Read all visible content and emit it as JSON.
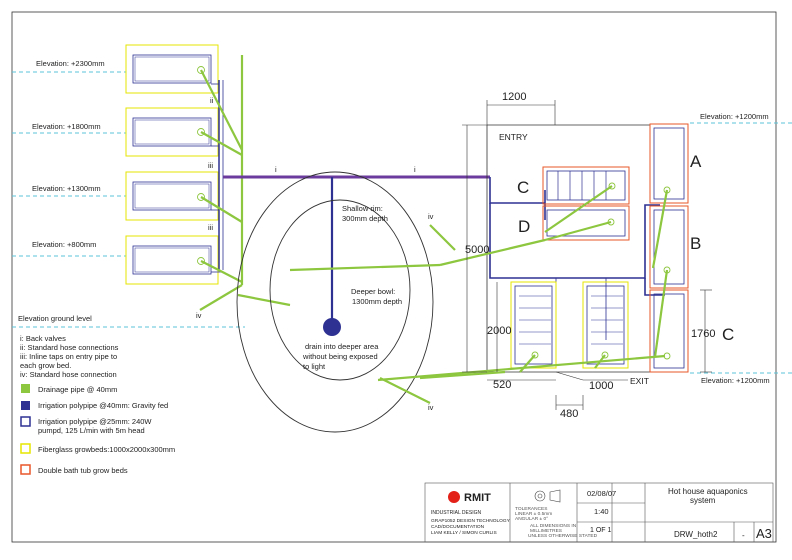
{
  "elevations": {
    "e2300": "Elevation: +2300mm",
    "e1800": "Elevation: +1800mm",
    "e1300": "Elevation: +1300mm",
    "e800": "Elevation: +800mm",
    "ground": "Elevation ground level",
    "right_top": "Elevation: +1200mm",
    "right_bottom": "Elevation: +1200mm"
  },
  "pipe_marks": {
    "i": "i",
    "ii": "ii",
    "iii": "iii",
    "iv": "iv"
  },
  "pond": {
    "shallow": [
      "Shallow rim:",
      "300mm depth"
    ],
    "deeper": [
      "Deeper bowl:",
      "1300mm depth"
    ],
    "drain": [
      "drain into deeper area",
      "without being exposed",
      "to light"
    ]
  },
  "labels": {
    "entry": "ENTRY",
    "exit": "EXIT",
    "bed_a": "A",
    "bed_b": "B",
    "bed_c_right": "C",
    "bed_c": "C",
    "bed_d": "D"
  },
  "dimensions": {
    "top_width": "1200",
    "height_total": "5000",
    "left_bed": "2000",
    "right_bed": "1760",
    "gap1": "520",
    "gap2": "1000",
    "gap3": "480"
  },
  "legend": {
    "notes": [
      "i: Back valves",
      "ii: Standard hose connections",
      "iii: Inline taps on entry pipe to",
      "each grow bed.",
      "iv: Standard hose connection"
    ],
    "items": [
      {
        "label": "Drainage pipe @ 40mm",
        "color": "#8dc63f",
        "style": "filled"
      },
      {
        "label": "Irrigation polypipe @40mm: Gravity  fed",
        "color": "#2e3192",
        "style": "filled"
      },
      {
        "label": "Irrigation polypipe @25mm: 240W",
        "label2": "pumpd, 125 L/min with 5m head",
        "color": "#2e3192",
        "style": "outline"
      },
      {
        "label": "Fiberglass growbeds:1000x2000x300mm",
        "color": "#e6e600",
        "style": "outline"
      },
      {
        "label": "Double bath tub grow beds",
        "color": "#e8572a",
        "style": "outline"
      }
    ]
  },
  "title_block": {
    "logo": "RMIT",
    "school": "INDUSTRIAL DESIGN",
    "course": [
      "GRAP1052 DESIGN TECHNOLOGY",
      "CAD/DOCUMENTATION",
      "LIAM KELLY / SIMON CURLIS"
    ],
    "tolerances": [
      "TOLERANCES",
      "LINEAR ± 0.5mm",
      "ANGULAR ± 0°"
    ],
    "dims_note": [
      "ALL DIMENSIONS IN",
      "MILLIMETRES",
      "UNLESS OTHERWISE STATED"
    ],
    "date": "02/08/07",
    "scale": "1:40",
    "sheet": "1 OF 1",
    "title": [
      "Hot house aquaponics",
      "system"
    ],
    "drawing_no": "DRW_hoth2",
    "revision": "-",
    "size": "A3"
  },
  "colors": {
    "drain": "#8dc63f",
    "irrigation": "#2e3192",
    "irrigation_light": "#5f6bb0",
    "growbed": "#e6e600",
    "bathtub": "#e8572a",
    "level_line": "#5bc3d9",
    "logo": "#e32119"
  }
}
